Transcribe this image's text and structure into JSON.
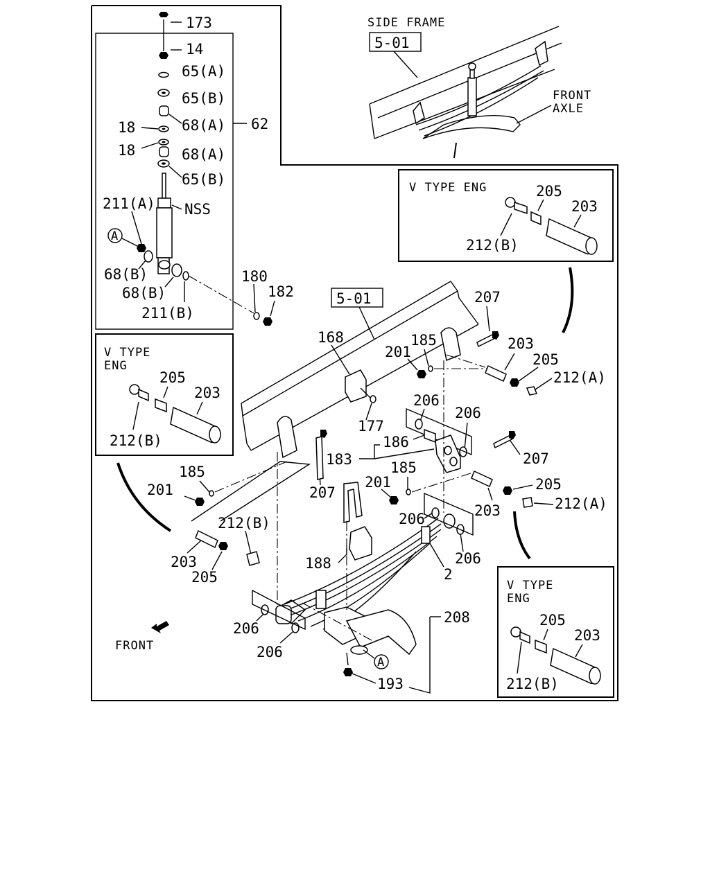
{
  "panels": {
    "side_frame": {
      "title": "SIDE FRAME",
      "ref": "5-01",
      "axle": [
        "FRONT",
        "AXLE"
      ]
    },
    "shock_kit": {
      "group": "62"
    },
    "vtype_box": {
      "line1": "V TYPE ENG",
      "line2a": "V TYPE",
      "line2b": "ENG"
    }
  },
  "main_ref": "5-01",
  "front_label": "FRONT",
  "circle_mark": "A",
  "callouts": {
    "c173": "173",
    "c14": "14",
    "c65a1": "65(A)",
    "c65b1": "65(B)",
    "c68a1": "68(A)",
    "c18a": "18",
    "c18b": "18",
    "c68a2": "68(A)",
    "c65b2": "65(B)",
    "c62": "62",
    "c211a": "211(A)",
    "cnss": "NSS",
    "c68b1": "68(B)",
    "c68b2": "68(B)",
    "c211b": "211(B)",
    "c180": "180",
    "c182": "182",
    "c205_tr": "205",
    "c203_tr": "203",
    "c212b_tr": "212(B)",
    "c205_l": "205",
    "c203_l": "203",
    "c212b_l": "212(B)",
    "c205_br": "205",
    "c203_br": "203",
    "c212b_br": "212(B)",
    "c168": "168",
    "c177": "177",
    "c201a": "201",
    "c185a": "185",
    "c207a": "207",
    "c203a": "203",
    "c205a": "205",
    "c212a1": "212(A)",
    "c206a": "206",
    "c206b": "206",
    "c186": "186",
    "c183": "183",
    "c207b": "207",
    "c185b": "185",
    "c201b": "201",
    "c205b": "205",
    "c212a2": "212(A)",
    "c203b": "203",
    "c185c": "185",
    "c201c": "201",
    "c207c": "207",
    "c212b_m": "212(B)",
    "c203c": "203",
    "c205c": "205",
    "c206c": "206",
    "c206d": "206",
    "c188": "188",
    "c2": "2",
    "c208": "208",
    "c206e": "206",
    "c206f": "206",
    "c193": "193"
  }
}
